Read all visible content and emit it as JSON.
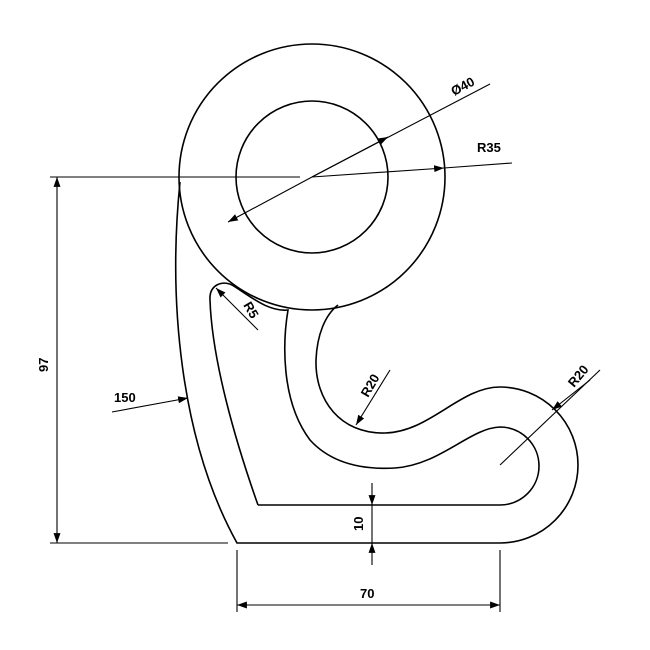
{
  "drawing": {
    "dimensions": {
      "diameter_inner": "Ø40",
      "radius_outer_circle": "R35",
      "height": "97",
      "arc_left": "150",
      "fillet": "R5",
      "radius_inner_curve": "R20",
      "radius_right_end": "R20",
      "thickness": "10",
      "width": "70"
    }
  }
}
